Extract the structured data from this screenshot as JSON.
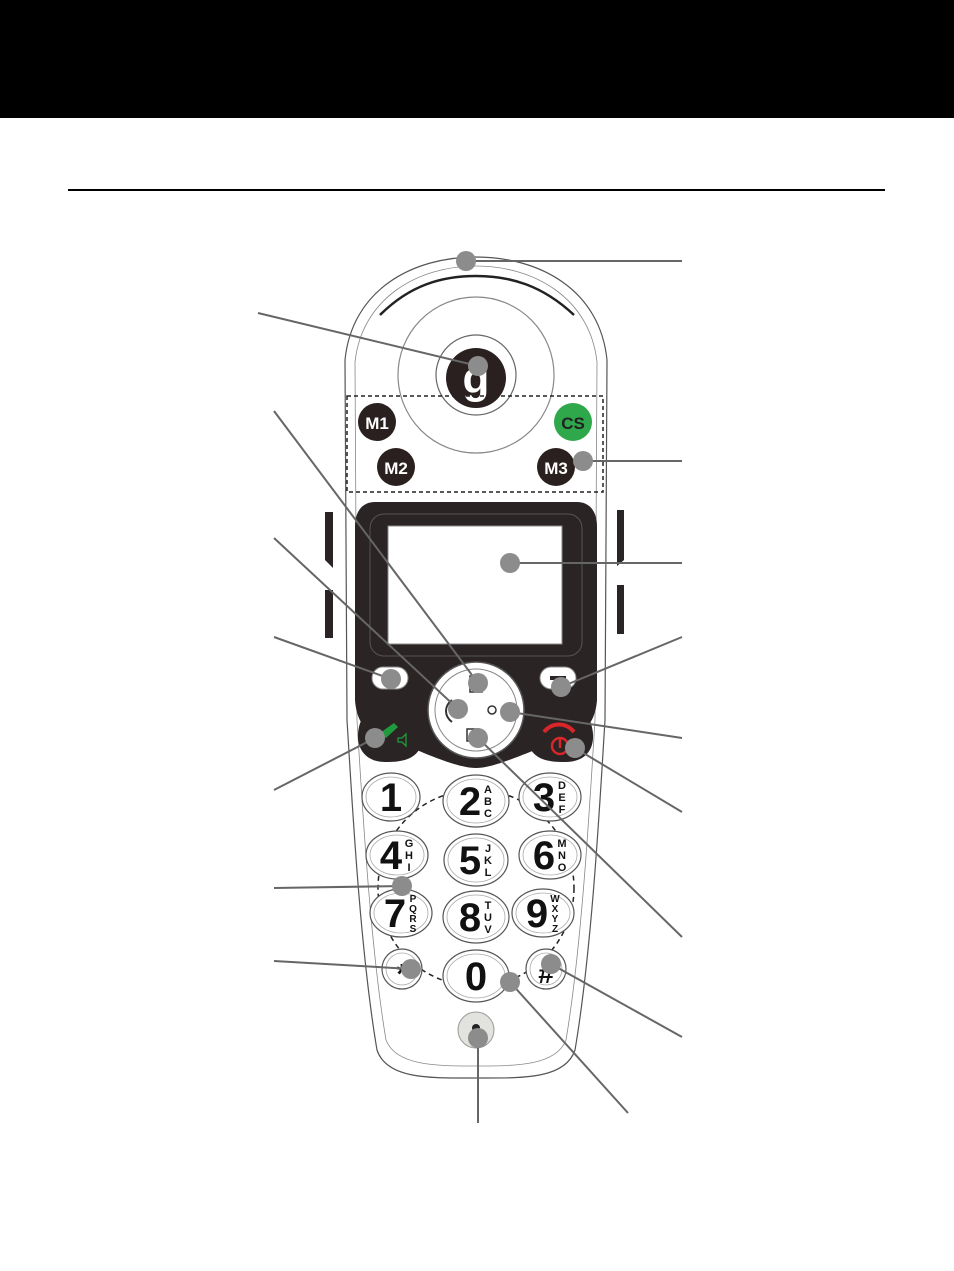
{
  "brand": {
    "logo_letter": "g"
  },
  "memory_keys": [
    {
      "id": "m1",
      "label": "M1"
    },
    {
      "id": "m2",
      "label": "M2"
    },
    {
      "id": "m3",
      "label": "M3"
    },
    {
      "id": "cs",
      "label": "CS"
    }
  ],
  "keypad": [
    {
      "digit": "1",
      "letters": ""
    },
    {
      "digit": "2",
      "letters": "ABC"
    },
    {
      "digit": "3",
      "letters": "DEF"
    },
    {
      "digit": "4",
      "letters": "GHI"
    },
    {
      "digit": "5",
      "letters": "JKL"
    },
    {
      "digit": "6",
      "letters": "MNO"
    },
    {
      "digit": "7",
      "letters": "PQRS"
    },
    {
      "digit": "8",
      "letters": "TUV"
    },
    {
      "digit": "9",
      "letters": "WXYZ"
    },
    {
      "digit": "*",
      "letters": ""
    },
    {
      "digit": "0",
      "letters": ""
    },
    {
      "digit": "#",
      "letters": ""
    }
  ],
  "colors": {
    "key_dark": "#2a2020",
    "cs_green": "#2ea84a",
    "talk_green": "#1f9a3c",
    "end_red": "#d9262a",
    "callout_dot": "#8c8c8c",
    "screen_frame": "#2b2424"
  },
  "icons": {
    "talk": "phone-speaker-icon",
    "end": "phone-power-icon",
    "nav_up": "phonebook-icon",
    "nav_left": "call-log-icon",
    "nav_right": "intercom-icon",
    "nav_down": "redial-icon"
  }
}
